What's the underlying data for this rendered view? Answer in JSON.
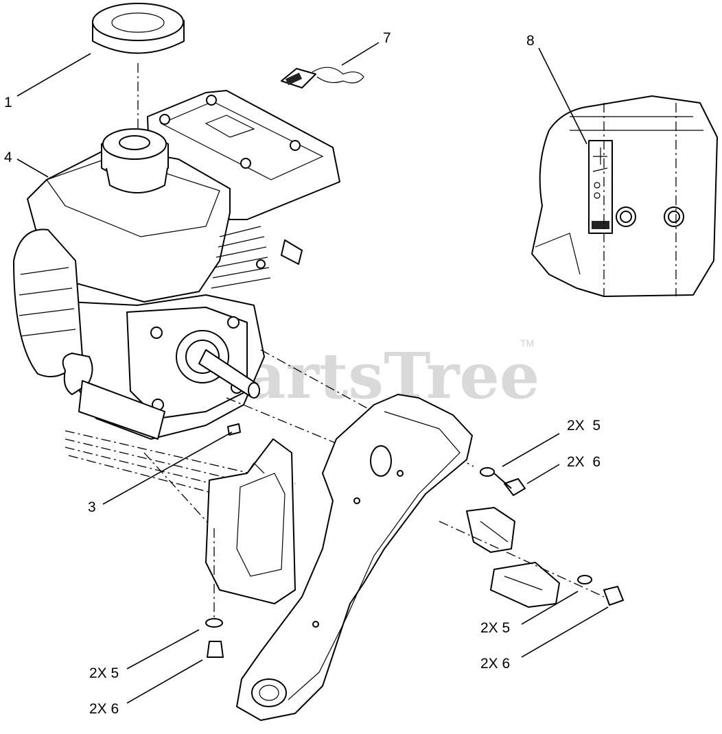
{
  "diagram": {
    "watermark": "PartsTree",
    "trademark": "TM",
    "callouts": [
      {
        "id": "c1",
        "text": "1"
      },
      {
        "id": "c4",
        "text": "4"
      },
      {
        "id": "c7",
        "text": "7"
      },
      {
        "id": "c8",
        "text": "8"
      },
      {
        "id": "c3",
        "text": "3"
      },
      {
        "id": "c5a",
        "text": "2X  5"
      },
      {
        "id": "c6a",
        "text": "2X  6"
      },
      {
        "id": "c5b",
        "text": "2X 5"
      },
      {
        "id": "c6b",
        "text": "2X 6"
      },
      {
        "id": "c5c",
        "text": "2X 5"
      },
      {
        "id": "c6c",
        "text": "2X 6"
      }
    ]
  }
}
